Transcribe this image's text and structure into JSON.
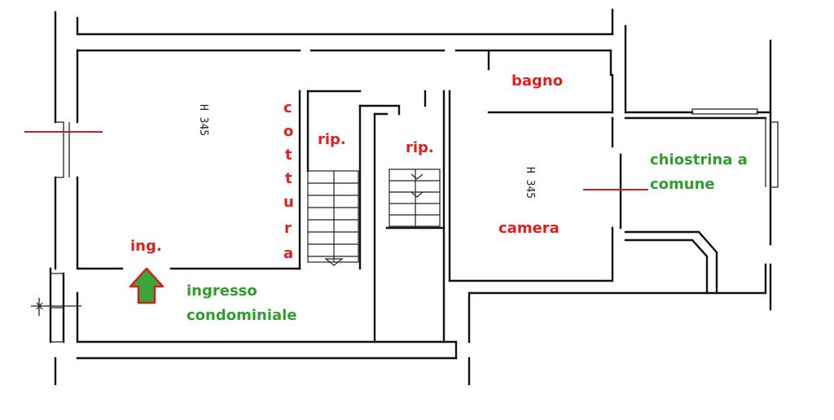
{
  "rooms": {
    "bagno": "bagno",
    "rip_left": "rip.",
    "rip_right": "rip.",
    "camera": "camera",
    "cottura_letters": [
      "c",
      "o",
      "t",
      "t",
      "u",
      "r",
      "a"
    ]
  },
  "heights": {
    "left": "H 345",
    "right": "H 345"
  },
  "entrance": {
    "short": "ing.",
    "label_line1": "ingresso",
    "label_line2": "condominiale"
  },
  "chiostrina": {
    "line1": "chiostrina a",
    "line2": "comune"
  },
  "colors": {
    "label_red": "#e0201c",
    "label_green": "#2f9e2f",
    "arrow_fill": "#3aa63a",
    "arrow_outline": "#d42020",
    "section_line": "#c8202a"
  }
}
